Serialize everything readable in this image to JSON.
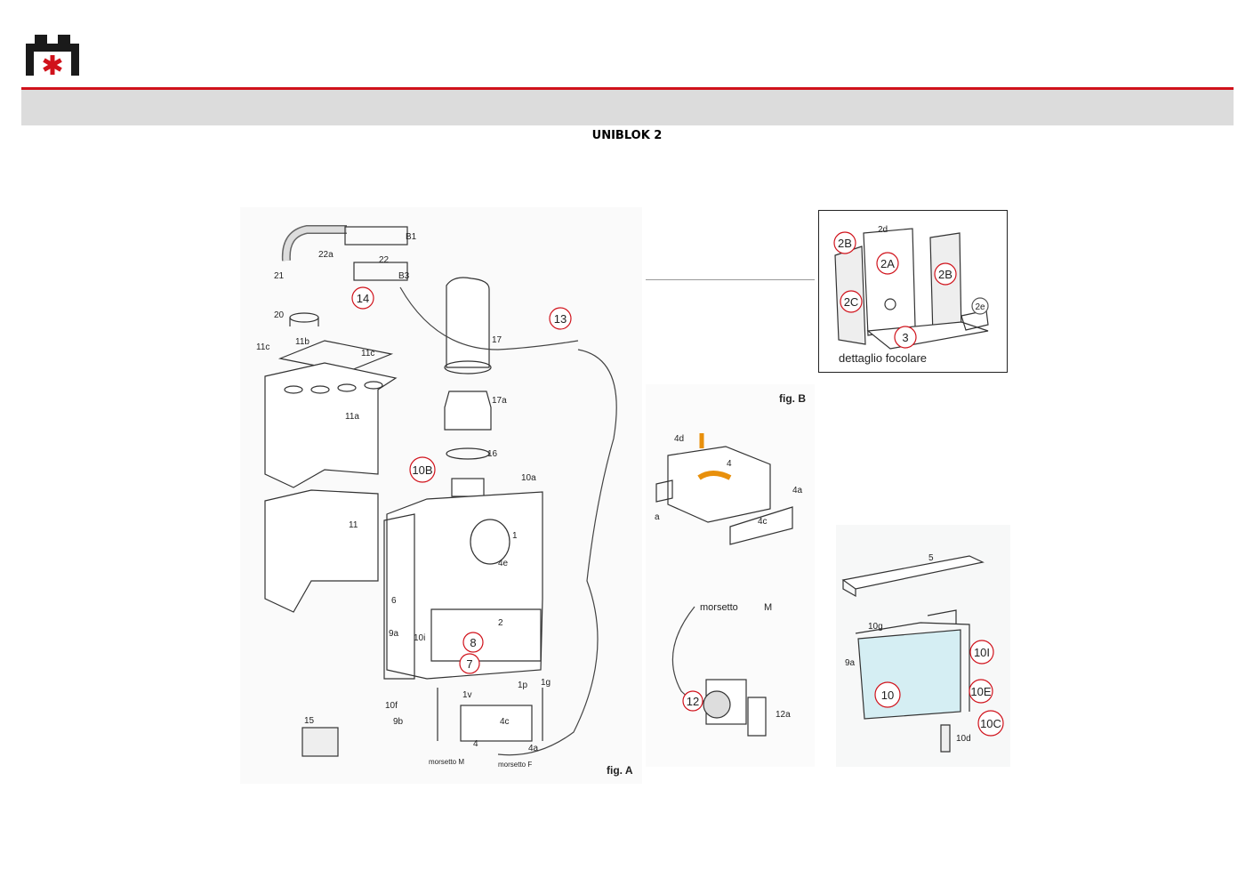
{
  "brand": {
    "logo_icon": "company-logo-icon",
    "accent": "#d0121b"
  },
  "header": {
    "title": "UNIBLOK 2"
  },
  "colors": {
    "rule": "#d0121b",
    "band": "#dcdcdc",
    "callout": "#d0121b",
    "glass": "#d5eef3"
  },
  "figures": {
    "fig_a": {
      "caption": "fig. A",
      "labels": [
        "B1",
        "22a",
        "22",
        "B3",
        "21",
        "14",
        "20",
        "11c",
        "11b",
        "11c",
        "17",
        "13",
        "11a",
        "17a",
        "16",
        "10B",
        "10a",
        "11",
        "1",
        "4e",
        "6",
        "2",
        "9a",
        "10i",
        "8",
        "7",
        "1v",
        "1p",
        "1g",
        "10f",
        "9b",
        "4c",
        "4",
        "4a",
        "morsetto M",
        "morsetto F",
        "15"
      ]
    },
    "fig_b": {
      "caption": "fig. B",
      "labels": [
        "4d",
        "4",
        "4a",
        "a",
        "4c",
        "morsetto",
        "M",
        "12",
        "12a"
      ]
    },
    "detail": {
      "caption": "dettaglio focolare",
      "labels": [
        "2d",
        "2B",
        "2A",
        "2B",
        "2C",
        "2e",
        "3"
      ]
    },
    "glass_door": {
      "labels": [
        "5",
        "10g",
        "10I",
        "9a",
        "10",
        "10E",
        "10C",
        "10d"
      ]
    }
  }
}
